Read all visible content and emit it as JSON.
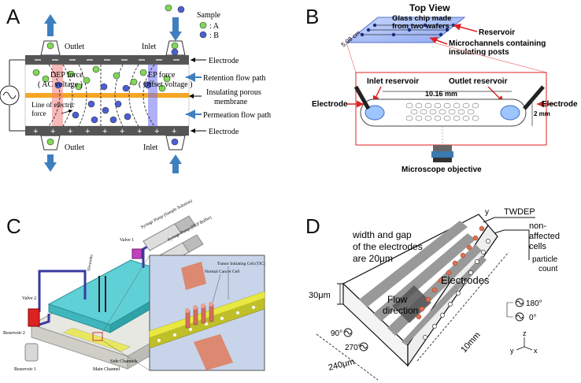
{
  "panels": {
    "A": {
      "letter": "A",
      "legend_title": "Sample",
      "legend_a": ": A",
      "legend_b": ": B",
      "outlet_top": "Outlet",
      "inlet_top": "Inlet",
      "outlet_bottom": "Outlet",
      "inlet_bottom": "Inlet",
      "electrode_top": "Electrode",
      "electrode_bottom": "Electrode",
      "dep_line1": "DEP force",
      "dep_line2": "( AC voltage )",
      "ep_line1": "EP force",
      "ep_line2": "( Offset voltage )",
      "retention": "Retention flow path",
      "membrane_line1": "Insulating porous",
      "membrane_line2": "membrane",
      "permeation": "Permeation flow path",
      "efield_line1": "Line of electric",
      "efield_line2": "force",
      "colors": {
        "a": "#7ed957",
        "b": "#4a5fd6",
        "arrow": "#3f7fbf",
        "orange": "#f5a623"
      }
    },
    "B": {
      "letter": "B",
      "title": "Top View",
      "chip_line1": "Glass chip made",
      "chip_line2": "from two wafers",
      "reservoir": "Reservoir",
      "channels_line1": "Microchannels containing",
      "channels_line2": "insulating posts",
      "width_dim": "5.08 cm",
      "inlet_res": "Inlet reservoir",
      "outlet_res": "Outlet reservoir",
      "length_dim": "10.16  mm",
      "height_dim": "2 mm",
      "electrode_left": "Electrode",
      "electrode_right": "Electrode",
      "objective": "Microscope objective"
    },
    "C": {
      "letter": "C",
      "pump1": "Syringe Pump (Sample Solution)",
      "pump2": "Syringe Pump (DEP Buffer)",
      "valve1": "Valve 1",
      "valve2": "Valve 2",
      "electrodes": "Electrodes",
      "reservoir2": "Reservoir 2",
      "reservoir1": "Reservoir 1",
      "side_channels": "Side Channels",
      "main_channel": "Main Channel",
      "tic": "Tumor Initiating Cell (TIC)",
      "normal": "Normal Cancer Cell"
    },
    "D": {
      "letter": "D",
      "twdep": "TWDEP",
      "non_affected1": "non-",
      "non_affected2": "affected",
      "non_affected3": "cells",
      "particle1": "particle",
      "particle2": "count",
      "width_gap1": "width and gap",
      "width_gap2": "of the electrodes",
      "width_gap3": "are 20μm",
      "electrodes": "Electrodes",
      "flow1": "Flow",
      "flow2": "direction",
      "height": "30μm",
      "length": "10mm",
      "width": "240μm",
      "deg90": "90°",
      "deg270": "270°",
      "deg180": "180°",
      "deg0": "0°",
      "axis_y": "y",
      "axis_z": "z",
      "axis_x": "x"
    }
  }
}
